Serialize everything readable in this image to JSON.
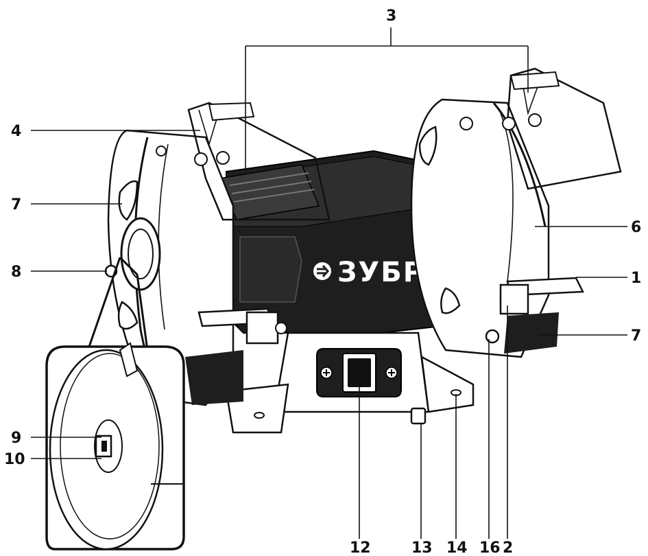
{
  "brand": {
    "logo_text": "ЗУБР"
  },
  "callouts": [
    {
      "id": "1",
      "text": "1"
    },
    {
      "id": "2",
      "text": "2"
    },
    {
      "id": "3",
      "text": "3"
    },
    {
      "id": "4",
      "text": "4"
    },
    {
      "id": "6",
      "text": "6"
    },
    {
      "id": "7a",
      "text": "7"
    },
    {
      "id": "7b",
      "text": "7"
    },
    {
      "id": "8",
      "text": "8"
    },
    {
      "id": "9",
      "text": "9"
    },
    {
      "id": "10",
      "text": "10"
    },
    {
      "id": "12",
      "text": "12"
    },
    {
      "id": "13",
      "text": "13"
    },
    {
      "id": "14",
      "text": "14"
    },
    {
      "id": "16",
      "text": "16"
    }
  ]
}
